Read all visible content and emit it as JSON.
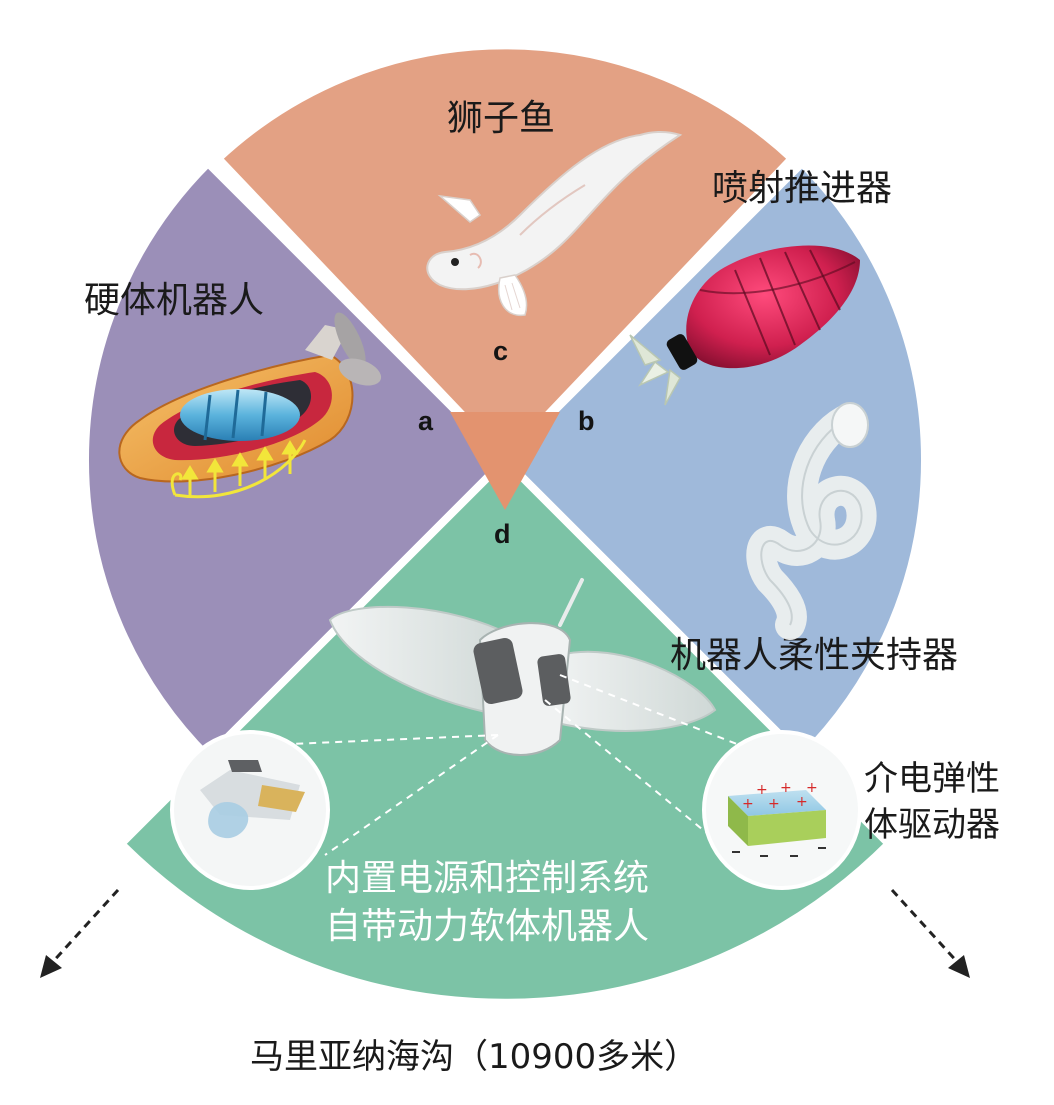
{
  "segments": {
    "top": {
      "letter": "c",
      "label": "狮子鱼"
    },
    "right": {
      "letter": "b",
      "label_top": "喷射推进器",
      "label_bottom": "机器人柔性夹持器"
    },
    "left": {
      "letter": "a",
      "label": "硬体机器人"
    },
    "bottom": {
      "letter": "d",
      "label_line1": "内置电源和控制系统",
      "label_line2": "自带动力软体机器人",
      "side_label_line1": "介电弹性",
      "side_label_line2": "体驱动器"
    }
  },
  "footer": {
    "title": "马里亚纳海沟（10900多米）"
  },
  "colors": {
    "top": "#e3a184",
    "right": "#9fb9da",
    "left": "#9b8fb8",
    "bottom": "#7cc3a6"
  }
}
